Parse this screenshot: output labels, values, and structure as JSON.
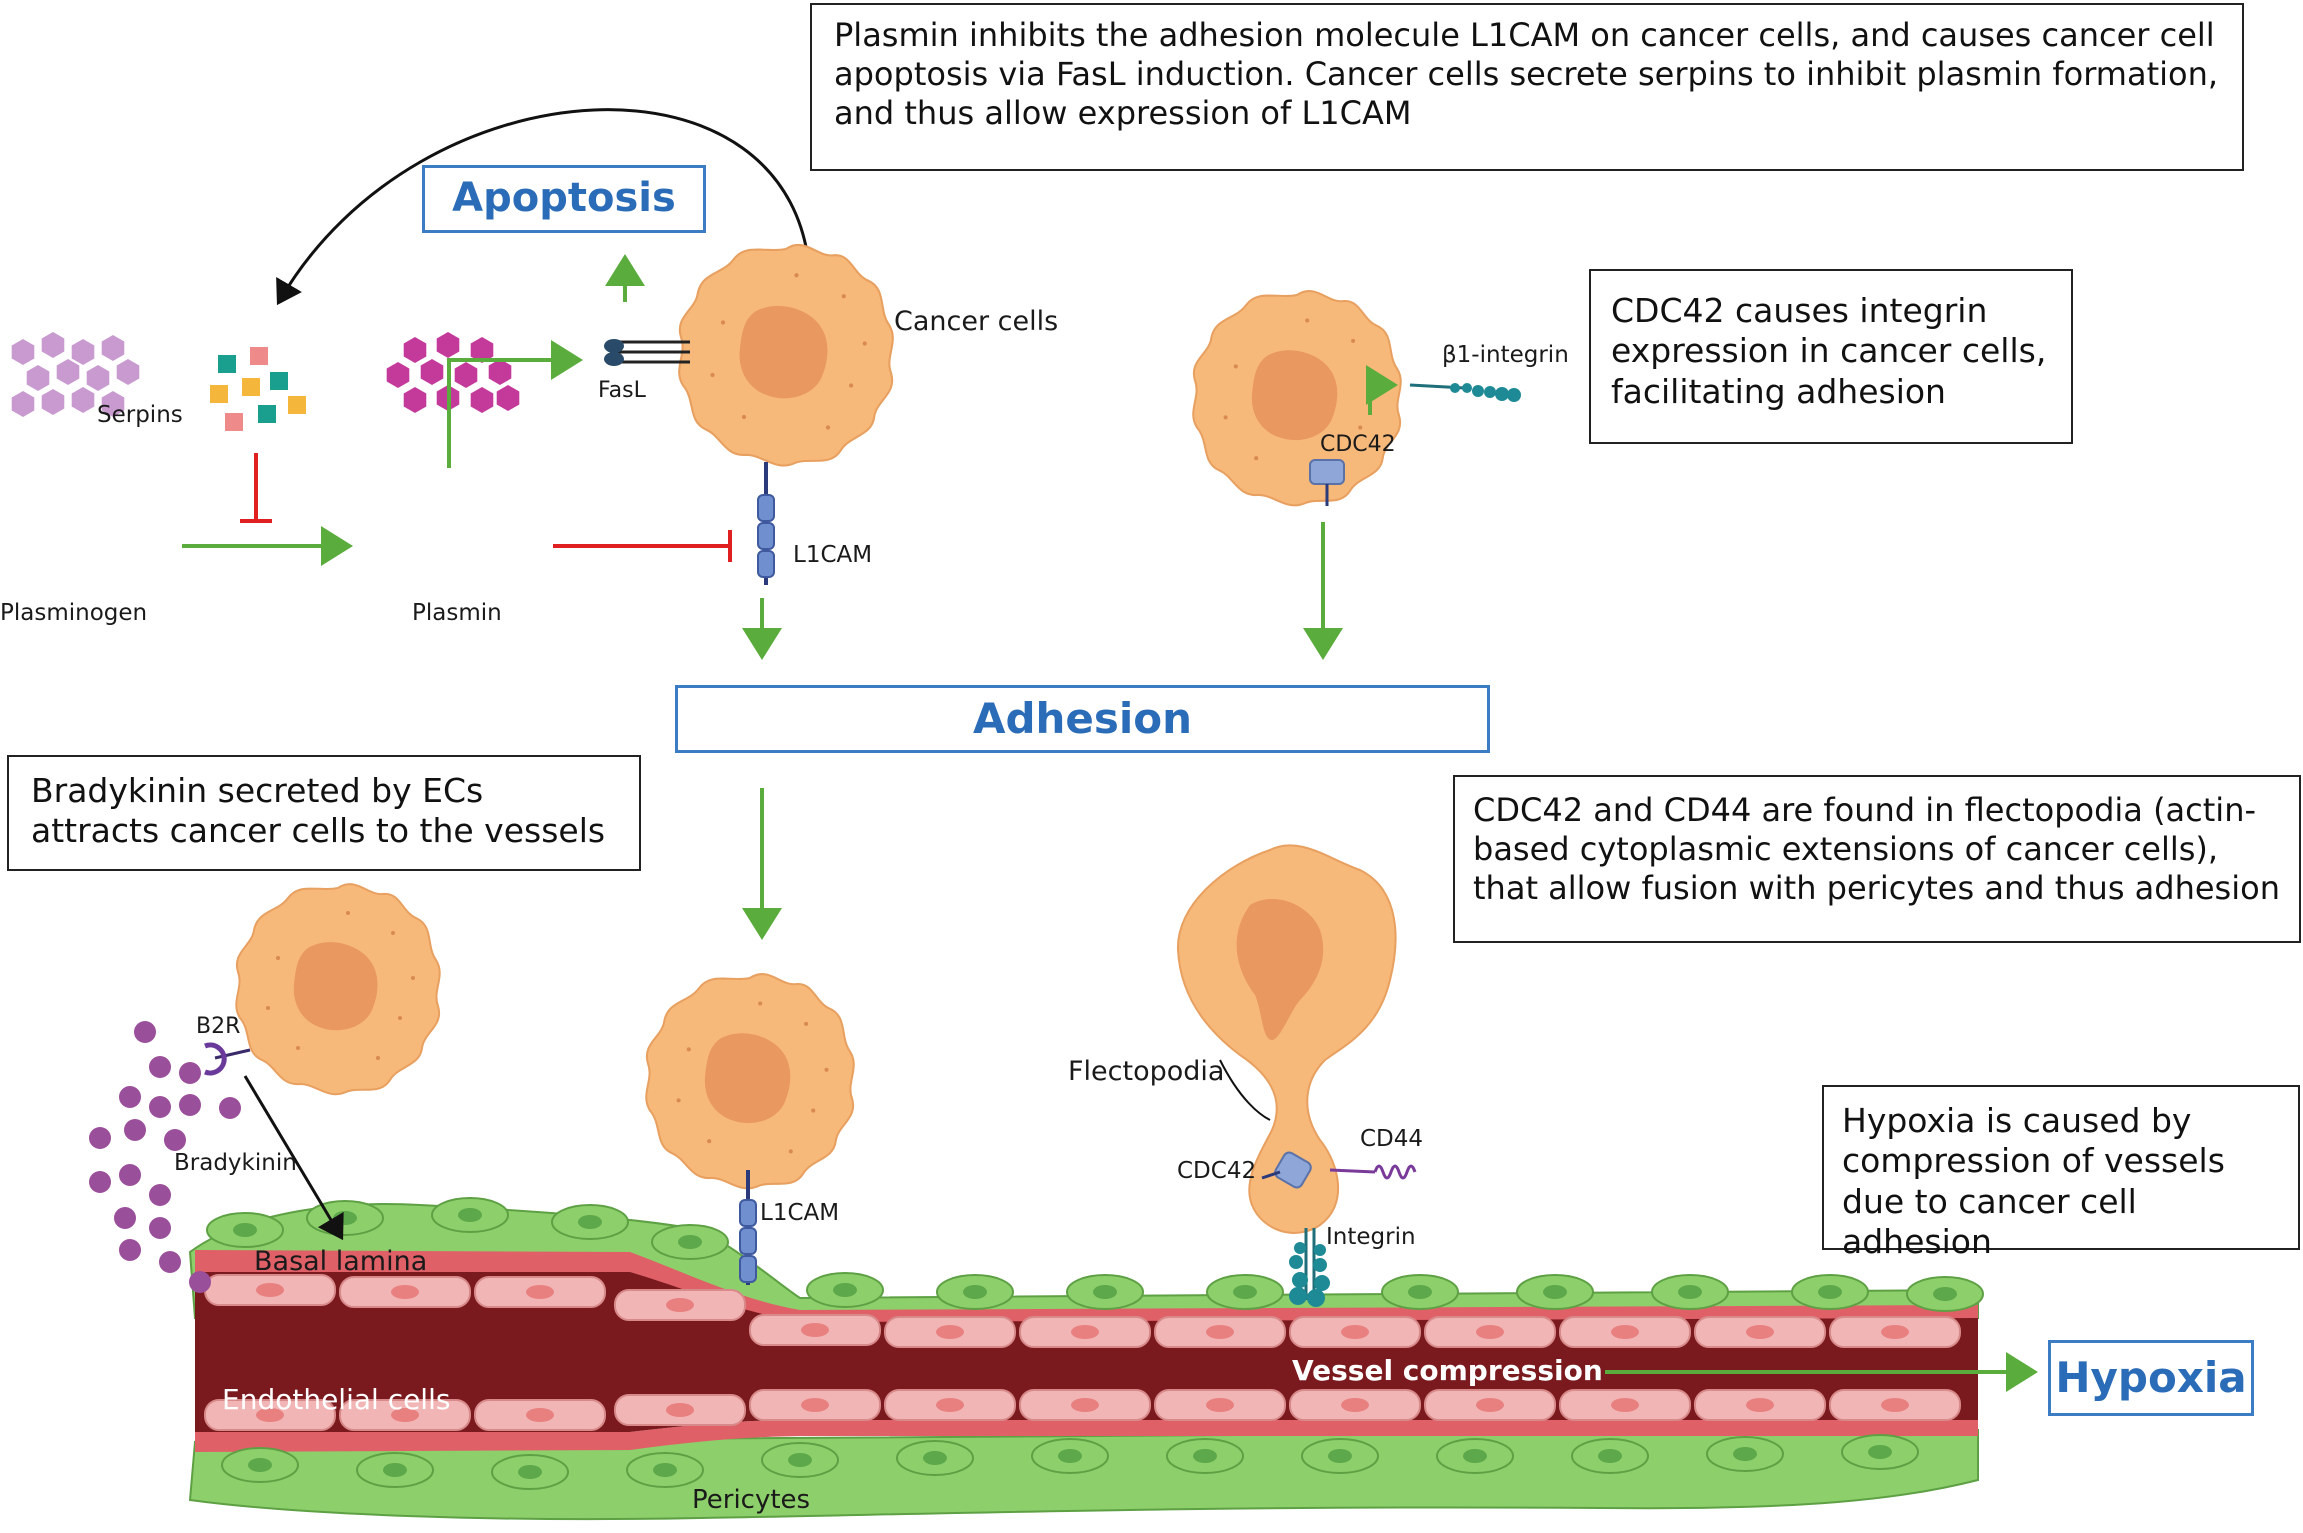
{
  "notes": {
    "plasmin": "Plasmin inhibits the adhesion molecule L1CAM on cancer cells, and causes cancer cell apoptosis via FasL induction. Cancer cells secrete serpins to inhibit plasmin formation, and thus allow expression of L1CAM",
    "cdc42": "CDC42 causes integrin expression in cancer cells, facilitating adhesion",
    "bradykinin": "Bradykinin secreted by ECs attracts cancer cells to the vessels",
    "flectopodia": "CDC42 and CD44 are found in flectopodia (actin-based cytoplasmic extensions of cancer cells), that allow fusion with pericytes and thus adhesion",
    "hypoxia": "Hypoxia is caused by compression of vessels due to cancer cell adhesion"
  },
  "outcomes": {
    "apoptosis": "Apoptosis",
    "adhesion": "Adhesion",
    "hypoxia": "Hypoxia"
  },
  "labels": {
    "serpins": "Serpins",
    "plasminogen": "Plasminogen",
    "plasmin": "Plasmin",
    "fasl": "FasL",
    "cancer_cells": "Cancer cells",
    "l1cam_top": "L1CAM",
    "b1_integrin": "β1-integrin",
    "cdc42_top": "CDC42",
    "b2r": "B2R",
    "bradykinin": "Bradykinin",
    "basal_lamina": "Basal lamina",
    "endothelial_cells": "Endothelial cells",
    "pericytes": "Pericytes",
    "l1cam_bottom": "L1CAM",
    "flectopodia": "Flectopodia",
    "cd44": "CD44",
    "cdc42_bottom": "CDC42",
    "integrin": "Integrin",
    "vessel_compression": "Vessel compression"
  },
  "colors": {
    "cell_fill": "#f7b97a",
    "nucleus": "#e9985f",
    "activation_arrow": "#5aac3c",
    "inhibition": "#e02020",
    "plasmin": "#c43a9a",
    "plasminogen": "#c99ad0",
    "vessel_lumen": "#7a1a1e",
    "endothelium": "#f2b5b5",
    "basal_lamina": "#e06068",
    "pericyte": "#8dcf6a",
    "outcome_border": "#3b7cc4",
    "bradykinin": "#9a4f9a"
  }
}
